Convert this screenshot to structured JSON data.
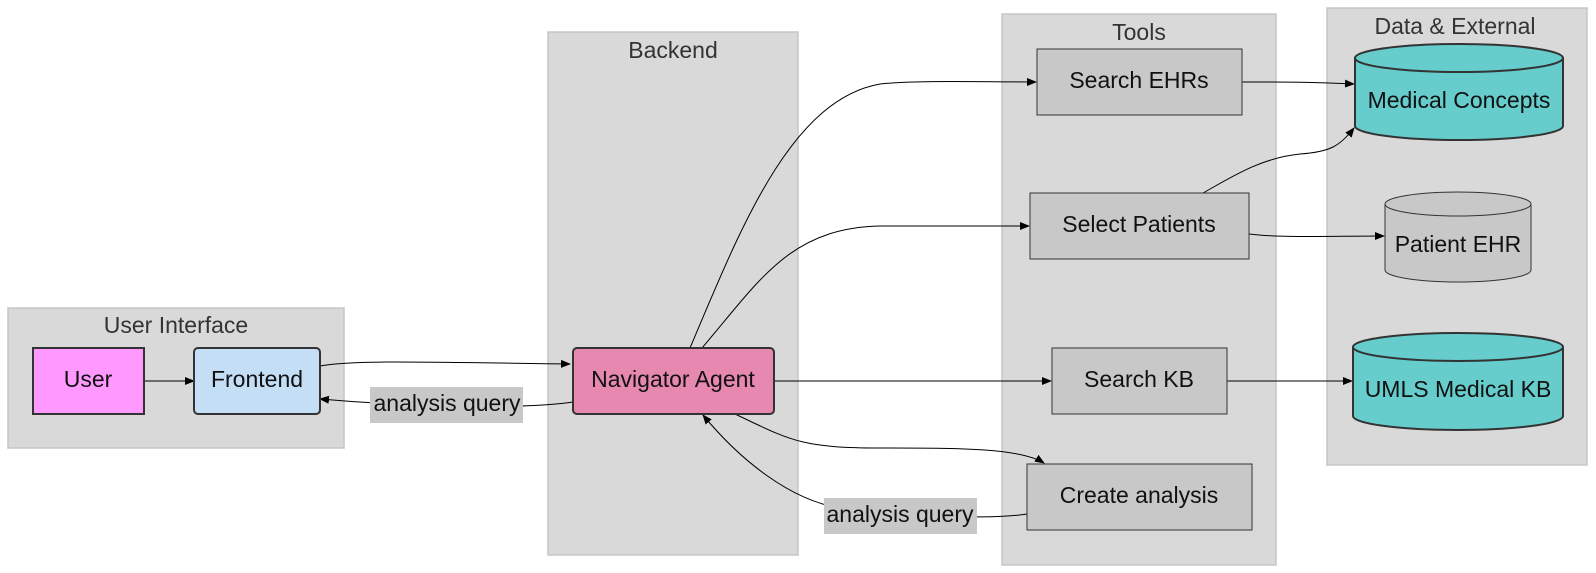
{
  "groups": {
    "user_interface": "User Interface",
    "backend": "Backend",
    "tools": "Tools",
    "data_external": "Data & External"
  },
  "nodes": {
    "user": "User",
    "frontend": "Frontend",
    "navigator_agent": "Navigator Agent",
    "search_ehrs": "Search EHRs",
    "select_patients": "Select Patients",
    "search_kb": "Search KB",
    "create_analysis": "Create analysis",
    "medical_concepts": "Medical Concepts",
    "patient_ehr": "Patient EHR",
    "umls_medical_kb": "UMLS Medical KB"
  },
  "edge_labels": {
    "agent_to_frontend": "analysis query",
    "analysis_to_agent": "analysis query"
  },
  "colors": {
    "group_fill": "#d9d9d9",
    "user_fill": "#ff99ff",
    "frontend_fill": "#c4dff5",
    "agent_fill": "#e788b0",
    "tool_fill": "#c8c8c8",
    "db_teal_fill": "#66cccc",
    "db_gray_fill": "#c8c8c8"
  }
}
